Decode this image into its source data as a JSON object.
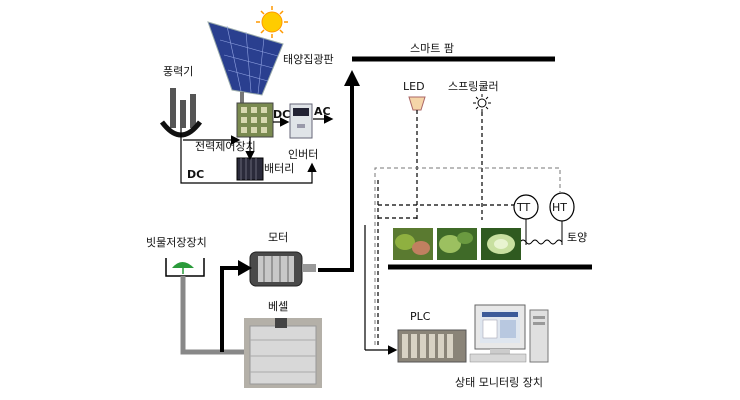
{
  "labels": {
    "wind": "풍력기",
    "solar": "태양집광판",
    "smart_farm": "스마트 팜",
    "led": "LED",
    "sprinkler": "스프링쿨러",
    "controller": "전력제어장치",
    "dc_top": "DC",
    "ac": "AC",
    "inverter": "인버터",
    "battery": "배터리",
    "dc_bottom": "DC",
    "tt": "TT",
    "ht": "HT",
    "soil": "토양",
    "rain_storage": "빗물저장장치",
    "motor": "모터",
    "vessel": "베셀",
    "plc": "PLC",
    "monitoring": "상태 모니터링 장치"
  }
}
